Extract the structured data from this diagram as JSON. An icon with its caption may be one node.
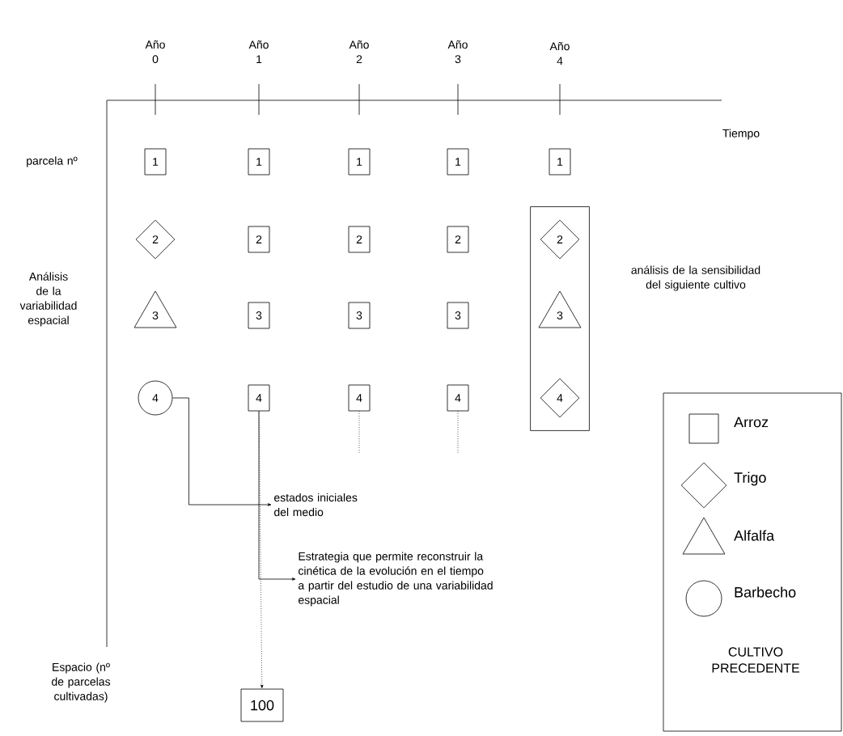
{
  "diagram": {
    "nodes": [
      {
        "text": [
          "1"
        ]
      },
      {
        "text": [
          "1"
        ]
      },
      {
        "text": [
          "1"
        ]
      },
      {
        "text": [
          "1"
        ]
      },
      {
        "text": [
          "1"
        ]
      },
      {
        "text": [
          "2"
        ]
      },
      {
        "text": [
          "2"
        ]
      },
      {
        "text": [
          "2"
        ]
      },
      {
        "text": [
          "2"
        ]
      },
      {
        "text": [],
        "shape": "box",
        "beside": [
          "análisis de la sensibilidad del siguiente cultivo"
        ]
      },
      {
        "text": [
          "2"
        ],
        "in": 9
      },
      {
        "text": [
          "3"
        ]
      },
      {
        "text": [
          "3"
        ]
      },
      {
        "text": [
          "3"
        ]
      },
      {
        "text": [
          "3"
        ]
      },
      {
        "text": [
          "3"
        ],
        "in": 9
      },
      {
        "text": [
          "4"
        ]
      },
      {
        "text": [
          "4"
        ]
      },
      {
        "text": [
          "4"
        ]
      },
      {
        "text": [
          "4"
        ]
      },
      {
        "text": [
          "4"
        ],
        "in": 9
      },
      {
        "text": [
          "estados iniciales del medio"
        ]
      },
      {
        "text": [
          "Estrategia que permite reconstruir la cinética de la evolución en el tiempo a partir del estudio de una variabilidad espacial"
        ]
      },
      {
        "text": [
          "100"
        ]
      }
    ],
    "edges": [
      {
        "from": 16,
        "to": 21,
        "arrow": "to"
      },
      {
        "from": 17,
        "to": 23,
        "arrow": "to",
        "style": "dashed"
      },
      {
        "from": 17,
        "to": 22,
        "arrow": "to"
      },
      {
        "from": 18,
        "to": null,
        "arrow": "none",
        "style": "dashed"
      },
      {
        "from": 19,
        "to": null,
        "arrow": "none",
        "style": "dashed"
      }
    ],
    "labels": [
      "Año 0",
      "Año 1",
      "Año 2",
      "Año 3",
      "Año 4",
      "Tiempo",
      "parcela nº",
      "Análisis de la variabilidad espacial",
      "Espacio (nº de parcelas cultivadas)",
      "CULTIVO PRECEDENTE"
    ],
    "legend": [
      {
        "text": "Arroz"
      },
      {
        "text": "Trigo"
      },
      {
        "text": "Alfalfa"
      },
      {
        "text": "Barbecho"
      }
    ]
  }
}
